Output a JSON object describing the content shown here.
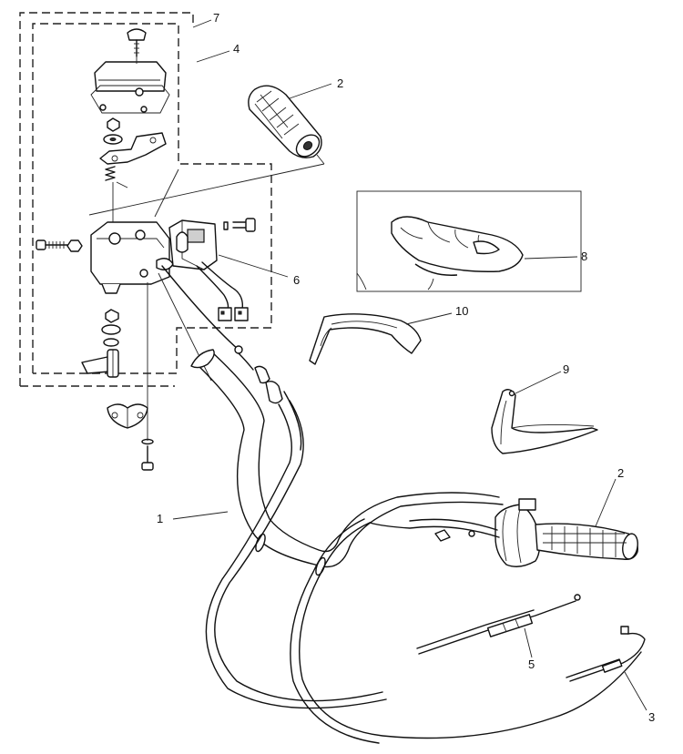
{
  "callouts": {
    "c1": "1",
    "c2a": "2",
    "c2b": "2",
    "c3": "3",
    "c4": "4",
    "c5": "5",
    "c6": "6",
    "c7": "7",
    "c8": "8",
    "c9": "9",
    "c10": "10"
  },
  "colors": {
    "line": "#111111",
    "background": "#ffffff"
  }
}
